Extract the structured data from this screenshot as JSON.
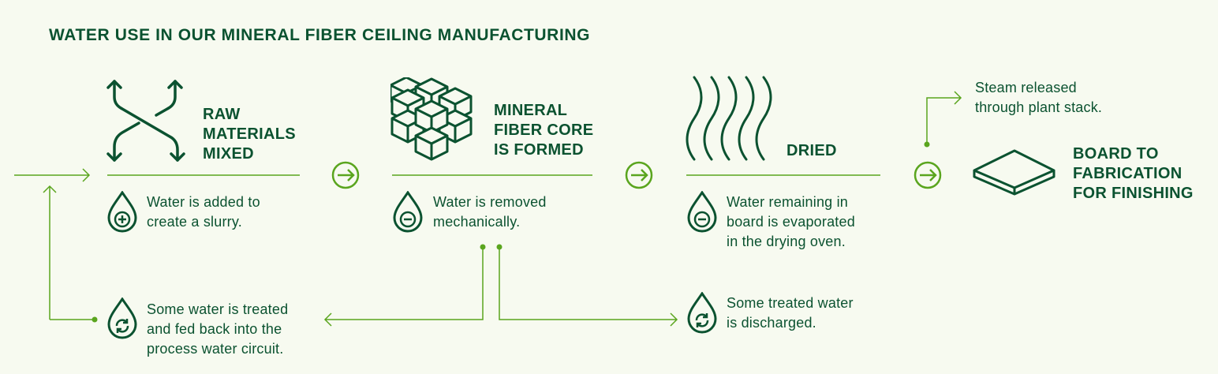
{
  "title": "WATER USE IN OUR MINERAL FIBER CEILING MANUFACTURING",
  "colors": {
    "dark": "#0b5230",
    "accent": "#5aa51e",
    "background": "#f7faf0"
  },
  "steps": [
    {
      "heading": [
        "RAW",
        "MATERIALS",
        "MIXED"
      ],
      "icon": "mixing-arrows-icon",
      "water_icon": "water-add-icon",
      "water_text": [
        "Water is added to",
        "create a slurry."
      ]
    },
    {
      "heading": [
        "MINERAL",
        "FIBER CORE",
        "IS FORMED"
      ],
      "icon": "cubes-icon",
      "water_icon": "water-remove-icon",
      "water_text": [
        "Water is removed",
        "mechanically."
      ]
    },
    {
      "heading": [
        "DRIED"
      ],
      "icon": "heat-waves-icon",
      "water_icon": "water-remove-icon",
      "water_text": [
        "Water remaining in",
        "board is evaporated",
        "in the drying oven."
      ]
    },
    {
      "heading": [
        "BOARD TO",
        "FABRICATION",
        "FOR FINISHING"
      ],
      "icon": "board-icon"
    }
  ],
  "recycle": {
    "water_icon": "water-recycle-icon",
    "text": [
      "Some water is treated",
      "and fed back into the",
      "process water circuit."
    ]
  },
  "discharge": {
    "water_icon": "water-recycle-icon",
    "text": [
      "Some treated water",
      "is discharged."
    ]
  },
  "steam": {
    "text": [
      "Steam released",
      "through plant stack."
    ]
  }
}
